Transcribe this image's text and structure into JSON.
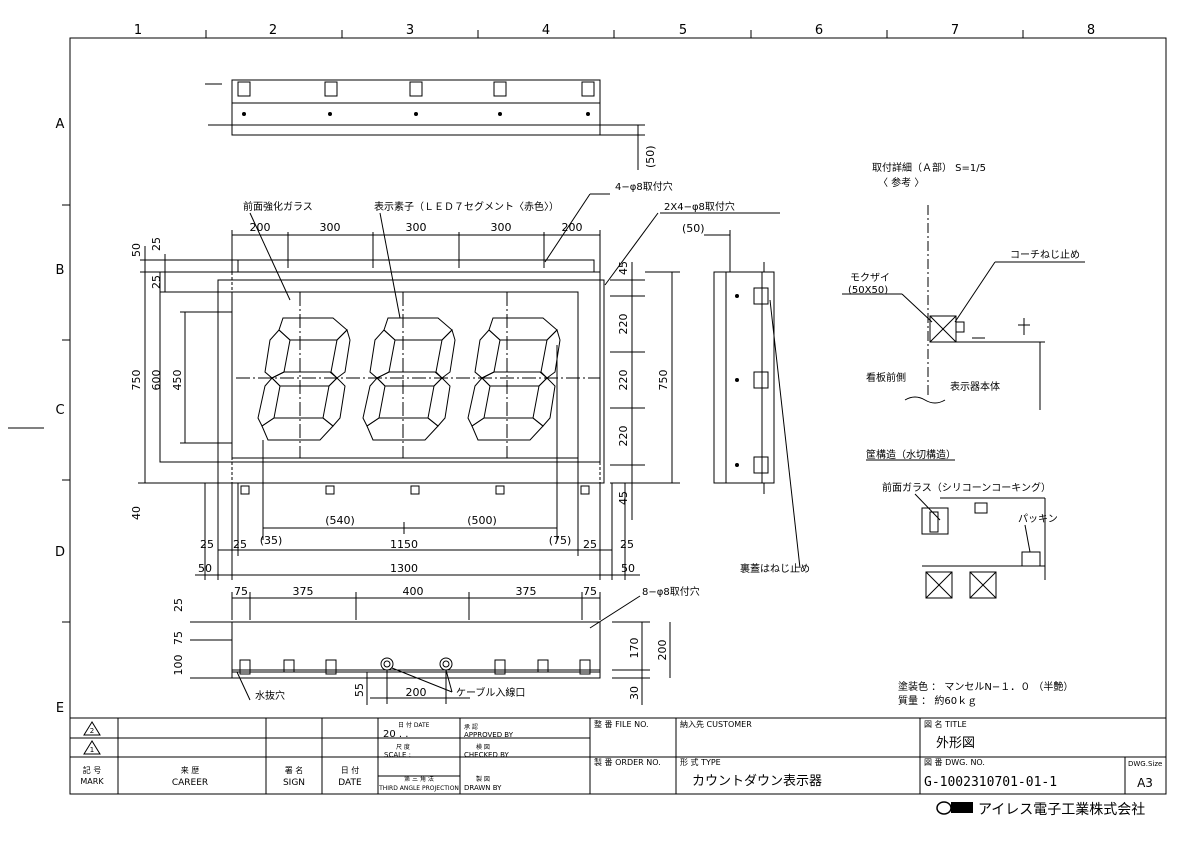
{
  "grid": {
    "columns": [
      "1",
      "2",
      "3",
      "4",
      "5",
      "6",
      "7",
      "8"
    ],
    "rows": [
      "A",
      "B",
      "C",
      "D",
      "E"
    ]
  },
  "top_view": {
    "callout_50": "(50)",
    "hole_callout": "8−φ8取付穴",
    "dims_top": [
      "75",
      "375",
      "400",
      "375",
      "75"
    ],
    "dims_right": [
      "170",
      "200"
    ],
    "dims_right_bottom": "30",
    "dims_left": [
      "25",
      "75",
      "100"
    ],
    "dim_55": "55",
    "dim_200": "200",
    "drain_label": "水抜穴",
    "cable_label": "ケーブル入線口"
  },
  "front_view": {
    "glass_label": "前面強化ガラス",
    "element_label": "表示素子（ＬＥＤ７セグメント〈赤色〉）",
    "hole_4": "4−φ8取付穴",
    "hole_2x4": "2X4−φ8取付穴",
    "dims_top": [
      "200",
      "300",
      "300",
      "300",
      "200"
    ],
    "dims_left_outer": [
      "50",
      "25",
      "25"
    ],
    "dim_750_left": "750",
    "dim_600": "600",
    "dim_450": "450",
    "dim_40": "40",
    "dims_right": [
      "45",
      "220",
      "220",
      "220",
      "45"
    ],
    "dim_750_right": "750",
    "dims_mid": [
      "(540)",
      "(500)"
    ],
    "dims_bottom_row1": [
      "25",
      "25",
      "(35)",
      "1150",
      "(75)",
      "25",
      "25"
    ],
    "dims_bottom_row2": [
      "50",
      "1300",
      "50"
    ]
  },
  "side_view": {
    "dim_50": "(50)",
    "back_cover_label": "裏蓋はねじ止め"
  },
  "detail": {
    "title": "取付詳細（Ａ部） S=1/5",
    "ref": "〈 参考 〉",
    "mokuzai": "モクザイ",
    "mokuzai_size": "(50X50)",
    "coach": "コーチねじ止め",
    "front_side": "看板前側",
    "body": "表示器本体",
    "panel_structure": "筐構造（水切構造）",
    "front_glass": "前面ガラス（シリコーンコーキング）",
    "packing": "パッキン",
    "paint": "塗装色 ： マンセルN−１．０ （半艶）",
    "weight": "質量  ： 約60ｋｇ"
  },
  "title_block": {
    "rev2": "2",
    "rev1": "1",
    "mark": "記 号\nMARK",
    "mark_line1": "記 号",
    "mark_line2": "MARK",
    "career_jp": "来     歴",
    "career_en": "CAREER",
    "sign_jp": "署 名",
    "sign_en": "SIGN",
    "date_jp": "日 付",
    "date_en": "DATE",
    "date_label": "日 付  DATE",
    "date_value": "20  .  .",
    "approved": "承  認\nAPPROVED BY",
    "approved_jp": "承  認",
    "approved_en": "APPROVED BY",
    "scale_jp": "尺 度",
    "scale_en": "SCALE  :",
    "checked_jp": "検  図",
    "checked_en": "CHECKED BY",
    "projection_jp": "第 三 角 法",
    "projection_en": "THIRD ANGLE PROJECTION",
    "drawn_jp": "製  図",
    "drawn_en": "DRAWN   BY",
    "file_no": "整 番 FILE NO.",
    "order_no": "製 番 ORDER NO.",
    "customer": "納入先 CUSTOMER",
    "type_label": "形 式 TYPE",
    "type_value": "カウントダウン表示器",
    "title_label": "図 名 TITLE",
    "title_value": "外形図",
    "dwg_label": "図 番 DWG. NO.",
    "dwg_value": "G-1002310701-01-1",
    "size_label": "DWG.Size",
    "size_value": "A3",
    "company": "アイレス電子工業株式会社"
  }
}
